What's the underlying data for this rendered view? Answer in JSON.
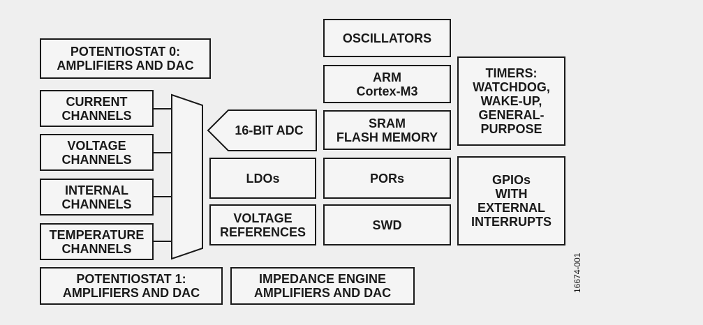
{
  "blocks": {
    "potentiostat0": "POTENTIOSTAT 0:\nAMPLIFIERS AND DAC",
    "current_channels": "CURRENT\nCHANNELS",
    "voltage_channels": "VOLTAGE\nCHANNELS",
    "internal_channels": "INTERNAL\nCHANNELS",
    "temperature_channels": "TEMPERATURE\nCHANNELS",
    "potentiostat1": "POTENTIOSTAT 1:\nAMPLIFIERS AND DAC",
    "impedance_engine": "IMPEDANCE ENGINE\nAMPLIFIERS  AND DAC",
    "adc": "16-BIT ADC",
    "ldos": "LDOs",
    "voltage_references": "VOLTAGE\nREFERENCES",
    "oscillators": "OSCILLATORS",
    "arm": "ARM\nCortex-M3",
    "sram_flash": "SRAM\nFLASH MEMORY",
    "pors": "PORs",
    "swd": "SWD",
    "timers": "TIMERS:\nWATCHDOG,\nWAKE-UP,\nGENERAL-\nPURPOSE",
    "gpios": "GPIOs\nWITH\nEXTERNAL\nINTERRUPTS"
  },
  "part_number": "16674-001",
  "colors": {
    "stroke": "#1a1a1a",
    "background": "#efefef",
    "box_fill": "#f5f5f5"
  }
}
